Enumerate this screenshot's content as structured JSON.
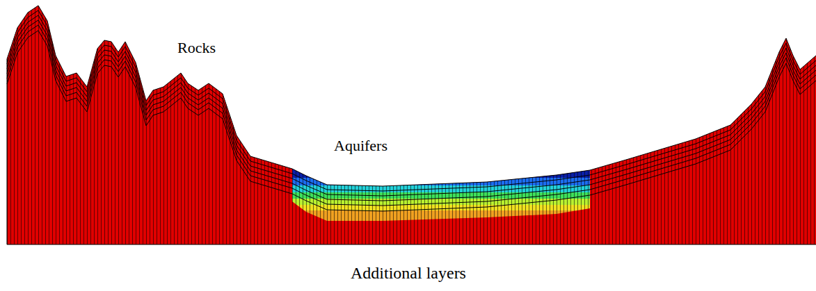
{
  "diagram": {
    "labels": [
      "Rocks",
      "Aquifers",
      "Additional layers"
    ]
  }
}
